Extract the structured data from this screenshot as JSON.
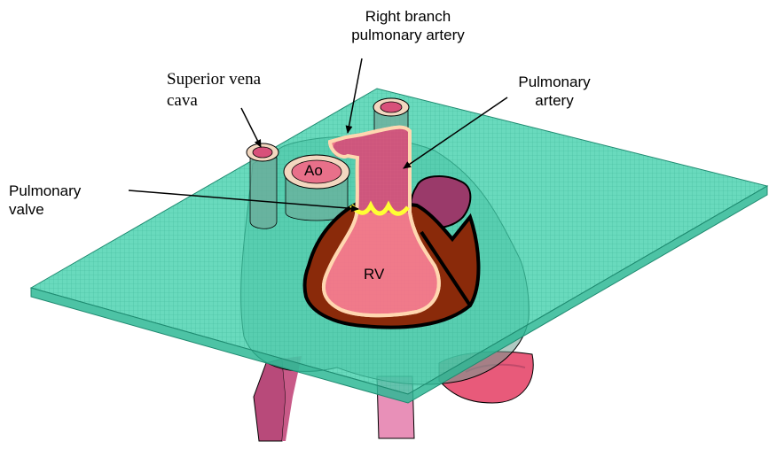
{
  "labels": {
    "superior_vena_cava": "Superior vena\ncava",
    "right_branch_pulmonary_artery": "Right branch\npulmonary artery",
    "pulmonary_artery": "Pulmonary\nartery",
    "pulmonary_valve": "Pulmonary\nvalve",
    "aorta": "Ao",
    "right_ventricle": "RV"
  },
  "colors": {
    "plane": "#3fcfaa",
    "heart_shadow": "#6f9f8f",
    "right_ventricle": "#f07a8a",
    "pulmonary_artery": "#c8507a",
    "myocardium": "#8a2a0a",
    "outline_highlight": "#ffd7b0",
    "valve": "#ffff33",
    "atrium": "#9a3a6a"
  }
}
